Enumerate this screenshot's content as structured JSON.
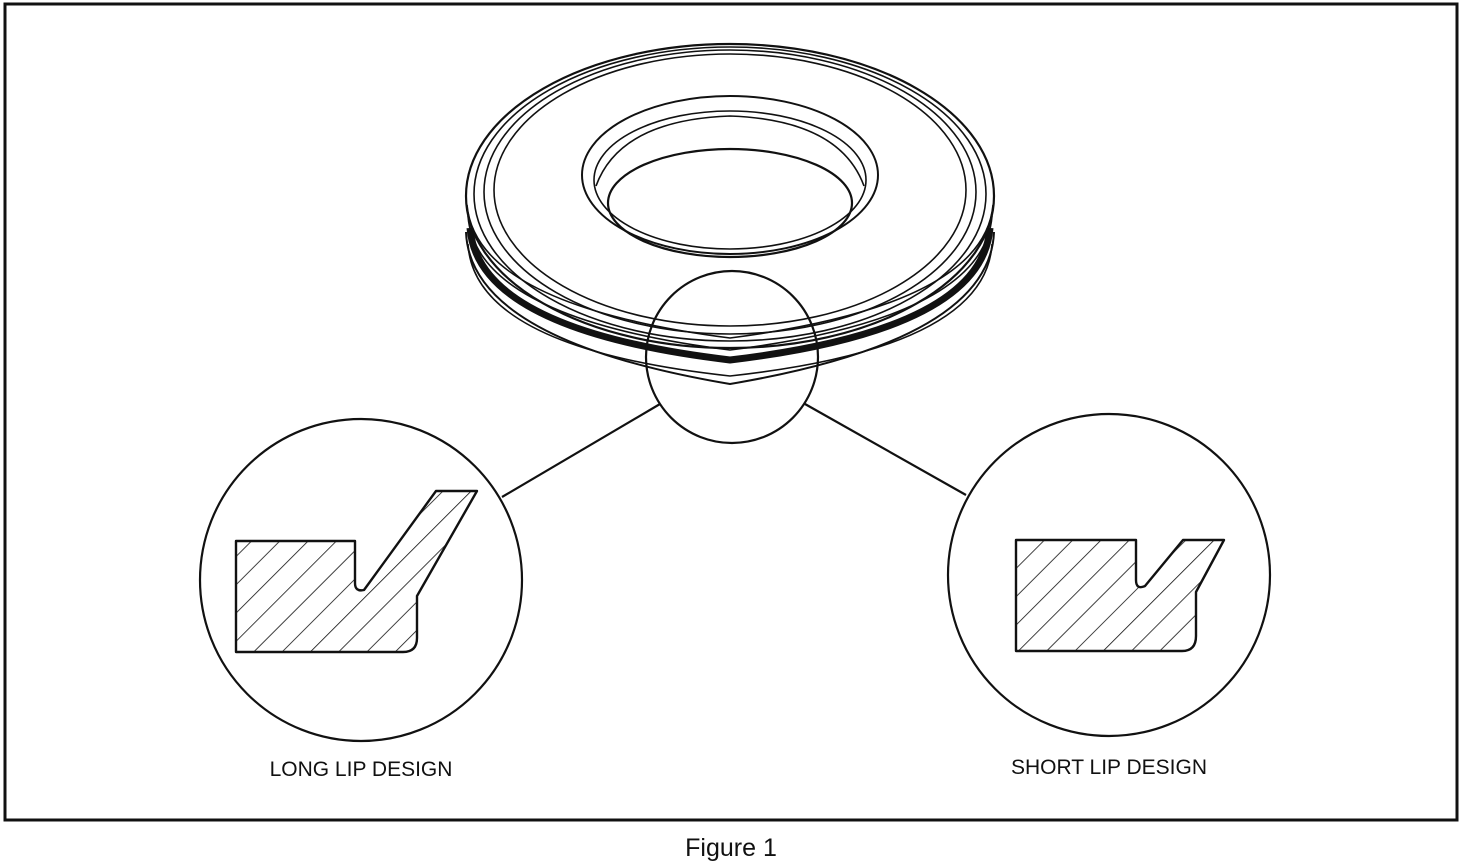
{
  "labels": {
    "long_lip": "LONG LIP DESIGN",
    "short_lip": "SHORT LIP DESIGN"
  },
  "caption": "Figure 1",
  "colors": {
    "stroke": "#111111",
    "background": "#ffffff"
  }
}
